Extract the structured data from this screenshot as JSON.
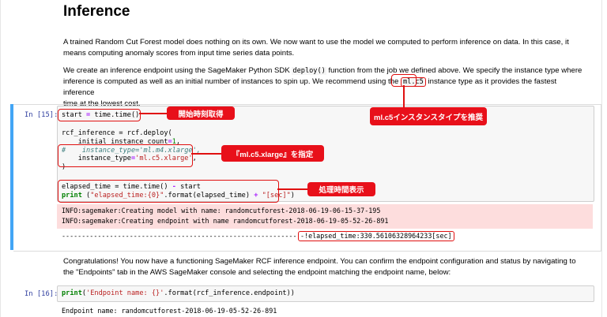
{
  "heading": "Inference",
  "para1": "A trained Random Cut Forest model does nothing on its own. We now want to use the model we computed to perform inference on data. In this case, it means computing anomaly scores from input time series data points.",
  "para2": {
    "a": "We create an inference endpoint using the SageMaker Python SDK ",
    "code1": "deploy()",
    "b": " function from the job we defined above. We specify the instance type where",
    "c": "inference is computed as well as an initial number of instances to spin up. We recommend using the ",
    "code2": "ml.c5",
    "d": " instance type as it provides the fastest inference",
    "e": "time at the lowest cost."
  },
  "cell15": {
    "prompt": "In [15]:",
    "start_line": {
      "var": "start",
      "eq": " = ",
      "call": "time.time()"
    },
    "rcf_line": "rcf_inference = rcf.deploy(",
    "count_line": {
      "a": "    initial_instance_count",
      "eq": "=",
      "num": "1",
      "c": ","
    },
    "comment_line": "#    instance_type='ml.m4.xlarge',",
    "type_line": {
      "a": "    instance_type",
      "eq": "=",
      "str": "'ml.c5.xlarge'",
      "c": ","
    },
    "close_line": ")",
    "elapsed_line": {
      "a": "elapsed_time = time.time() ",
      "op": "-",
      "b": " start"
    },
    "print_line": {
      "kw": "print",
      "a": " (",
      "s1": "\"elapsed_time:{0}\"",
      "b": ".format(elapsed_time) ",
      "op": "+",
      "s2": " \"[sec]\"",
      "c": ")"
    },
    "stderr": [
      "INFO:sagemaker:Creating model with name: randomcutforest-2018-06-19-06-15-37-195",
      "INFO:sagemaker:Creating endpoint with name randomcutforest-2018-06-19-05-52-26-891"
    ],
    "stdout_dashes": "--------------------------------------------------------------------",
    "stdout_result": "-!elapsed_time:330.56106328964233[sec]"
  },
  "callouts": {
    "start": "開始時刻取得",
    "ml_c5": "ml.c5インスタンスタイプを推奨",
    "instance": "『ml.c5.xlarge』を指定",
    "elapsed": "処理時間表示"
  },
  "para3": "Congratulations! You now have a functioning SageMaker RCF inference endpoint. You can confirm the endpoint configuration and status by navigating to the \"Endpoints\" tab in the AWS SageMaker console and selecting the endpoint matching the endpoint name, below:",
  "cell16": {
    "prompt": "In [16]:",
    "code": {
      "kw": "print",
      "a": "(",
      "s": "'Endpoint name: {}'",
      "b": ".format(rcf_inference.endpoint))"
    },
    "output": "Endpoint name: randomcutforest-2018-06-19-05-52-26-891"
  }
}
